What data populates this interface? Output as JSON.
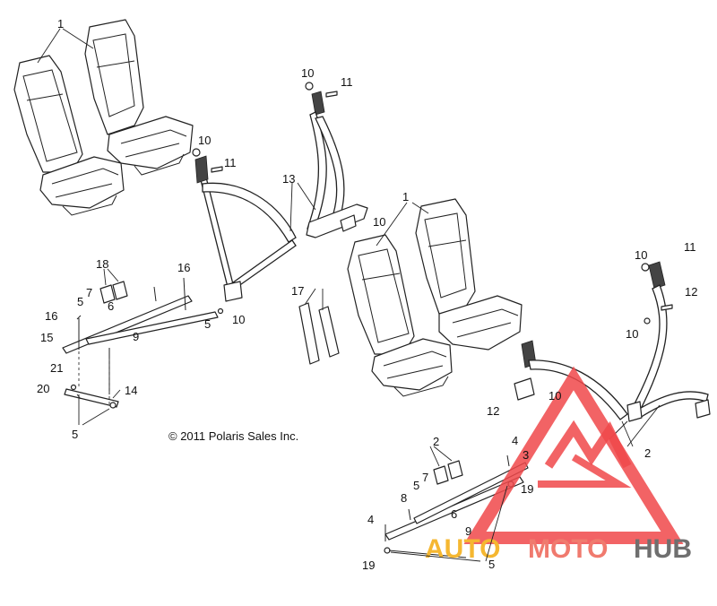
{
  "copyright": "© 2011 Polaris Sales Inc.",
  "watermark": {
    "word_a": "AUTO",
    "word_b": "MOTO",
    "word_c": "HUB",
    "color_a": "#f5b731",
    "color_b": "#f07a6e",
    "color_c": "#6f6f6f",
    "triangle_color": "#f0484a"
  },
  "callouts": {
    "c1a": "1",
    "c1b": "1",
    "c2a": "2",
    "c2b": "2",
    "c3": "3",
    "c4a": "4",
    "c4b": "4",
    "c5a": "5",
    "c5b": "5",
    "c5c": "5",
    "c5d": "5",
    "c5e": "5",
    "c6a": "6",
    "c6b": "6",
    "c7a": "7",
    "c7b": "7",
    "c8": "8",
    "c9a": "9",
    "c9b": "9",
    "c10a": "10",
    "c10b": "10",
    "c10c": "10",
    "c10d": "10",
    "c10e": "10",
    "c10f": "10",
    "c10g": "10",
    "c11a": "11",
    "c11b": "11",
    "c11c": "11",
    "c12a": "12",
    "c12b": "12",
    "c13": "13",
    "c14": "14",
    "c15": "15",
    "c16a": "16",
    "c16b": "16",
    "c17": "17",
    "c18": "18",
    "c19a": "19",
    "c19b": "19",
    "c20": "20",
    "c21": "21"
  }
}
